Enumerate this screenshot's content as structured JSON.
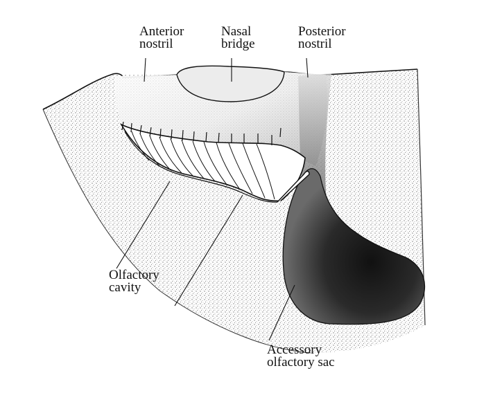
{
  "labels": {
    "anterior_nostril": [
      "Anterior",
      "nostril"
    ],
    "nasal_bridge": [
      "Nasal",
      "bridge"
    ],
    "posterior_nostril": [
      "Posterior",
      "nostril"
    ],
    "olfactory_cavity": [
      "Olfactory",
      "cavity"
    ],
    "accessory_olfactory_sac": [
      "Accessory",
      "olfactory sac"
    ]
  },
  "colors": {
    "ink": "#111111",
    "tissue_stipple": "#9a9a9a",
    "dark_sac": "#1a1a1a",
    "background": "#ffffff"
  }
}
